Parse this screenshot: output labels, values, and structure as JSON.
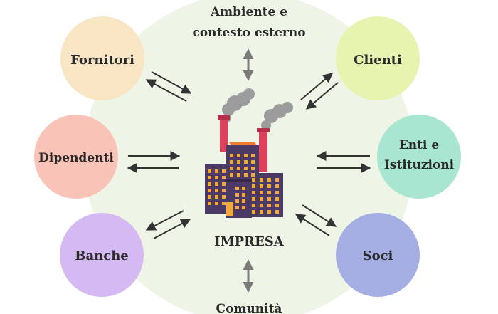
{
  "center": {
    "label": "IMPRESA"
  },
  "stakeholders": [
    {
      "id": "fornitori",
      "lines": [
        "Fornitori"
      ],
      "color": "#f8e5c4"
    },
    {
      "id": "clienti",
      "lines": [
        "Clienti"
      ],
      "color": "#e6f4b0"
    },
    {
      "id": "dipendenti",
      "lines": [
        "Dipendenti"
      ],
      "color": "#f9c4b7"
    },
    {
      "id": "enti",
      "lines": [
        "Enti e",
        "Istituzioni"
      ],
      "color": "#a9e6d2"
    },
    {
      "id": "banche",
      "lines": [
        "Banche"
      ],
      "color": "#d5b9f2"
    },
    {
      "id": "soci",
      "lines": [
        "Soci"
      ],
      "color": "#a5aee2"
    }
  ],
  "top_label": {
    "lines": [
      "Ambiente e",
      "contesto esterno"
    ]
  },
  "bottom_label": {
    "lines": [
      "Comunità"
    ]
  },
  "colors": {
    "background_circle": "#eef5e7",
    "arrow": "#333333",
    "arrow_vertical": "#7a7a7a",
    "factory_body": "#4b3a66",
    "factory_window": "#f2a93a",
    "chimney": "#e0415a",
    "smoke": "#9c9c9c",
    "roof": "#f07a2e"
  },
  "icons": {
    "center": "factory-icon"
  }
}
